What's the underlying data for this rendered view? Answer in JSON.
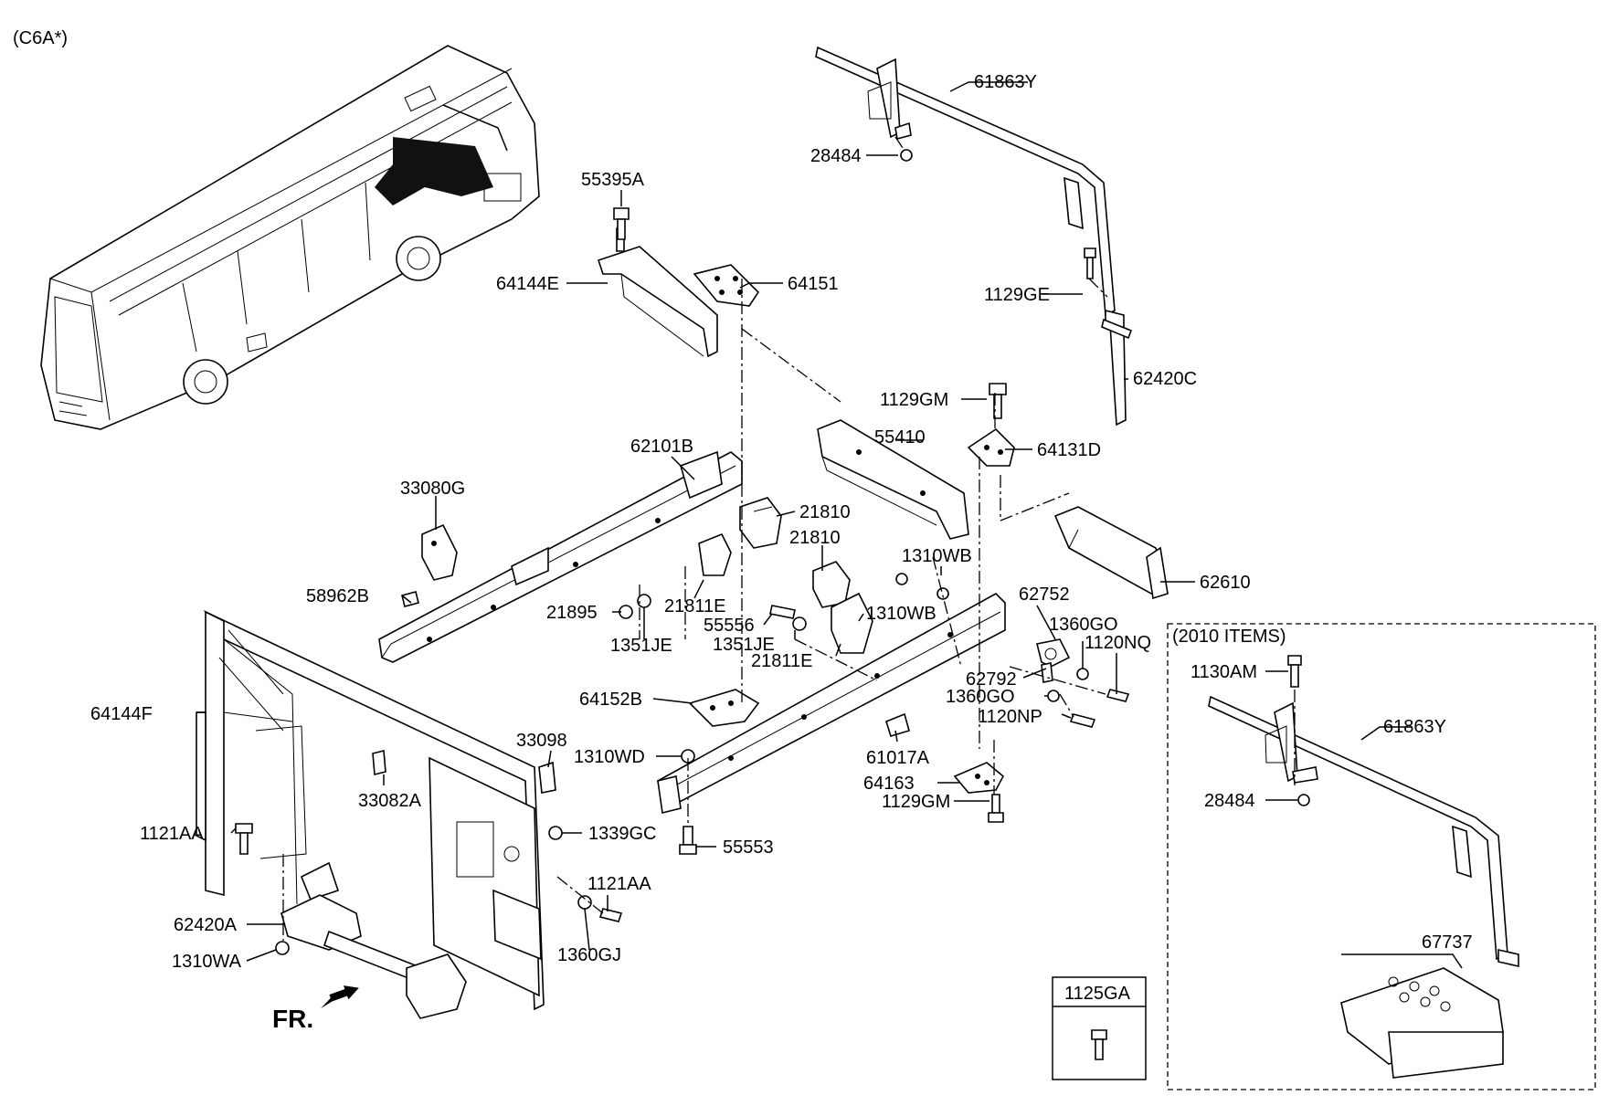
{
  "model_code": "(C6A*)",
  "front_marker": "FR.",
  "inset_title": "(2010 ITEMS)",
  "callout_box": "1125GA",
  "part_labels": {
    "p61863Y": "61863Y",
    "p28484": "28484",
    "p55395A": "55395A",
    "p64144E": "64144E",
    "p64151": "64151",
    "p1129GE": "1129GE",
    "p62420C": "62420C",
    "p1129GM_top": "1129GM",
    "p55410": "55410",
    "p64131D": "64131D",
    "p62101B": "62101B",
    "p33080G": "33080G",
    "p21810_a": "21810",
    "p21810_b": "21810",
    "p1310WB_a": "1310WB",
    "p62610": "62610",
    "p58962B": "58962B",
    "p21895": "21895",
    "p21811E_a": "21811E",
    "p55556": "55556",
    "p1310WB_b": "1310WB",
    "p62752": "62752",
    "p1360GO_a": "1360GO",
    "p1120NQ": "1120NQ",
    "p1351JE_a": "1351JE",
    "p1351JE_b": "1351JE",
    "p21811E_b": "21811E",
    "p62792": "62792",
    "p1360GO_b": "1360GO",
    "p1120NP": "1120NP",
    "p64152B": "64152B",
    "p64144F": "64144F",
    "p33098": "33098",
    "p1310WD": "1310WD",
    "p61017A": "61017A",
    "p64163": "64163",
    "p1129GM_bot": "1129GM",
    "p33082A": "33082A",
    "p1121AA_a": "1121AA",
    "p1339GC": "1339GC",
    "p55553": "55553",
    "p1121AA_b": "1121AA",
    "p62420A": "62420A",
    "p1360GJ": "1360GJ",
    "p1310WA": "1310WA",
    "p1130AM": "1130AM",
    "p61863Y_inset": "61863Y",
    "p28484_inset": "28484",
    "p67737": "67737"
  }
}
